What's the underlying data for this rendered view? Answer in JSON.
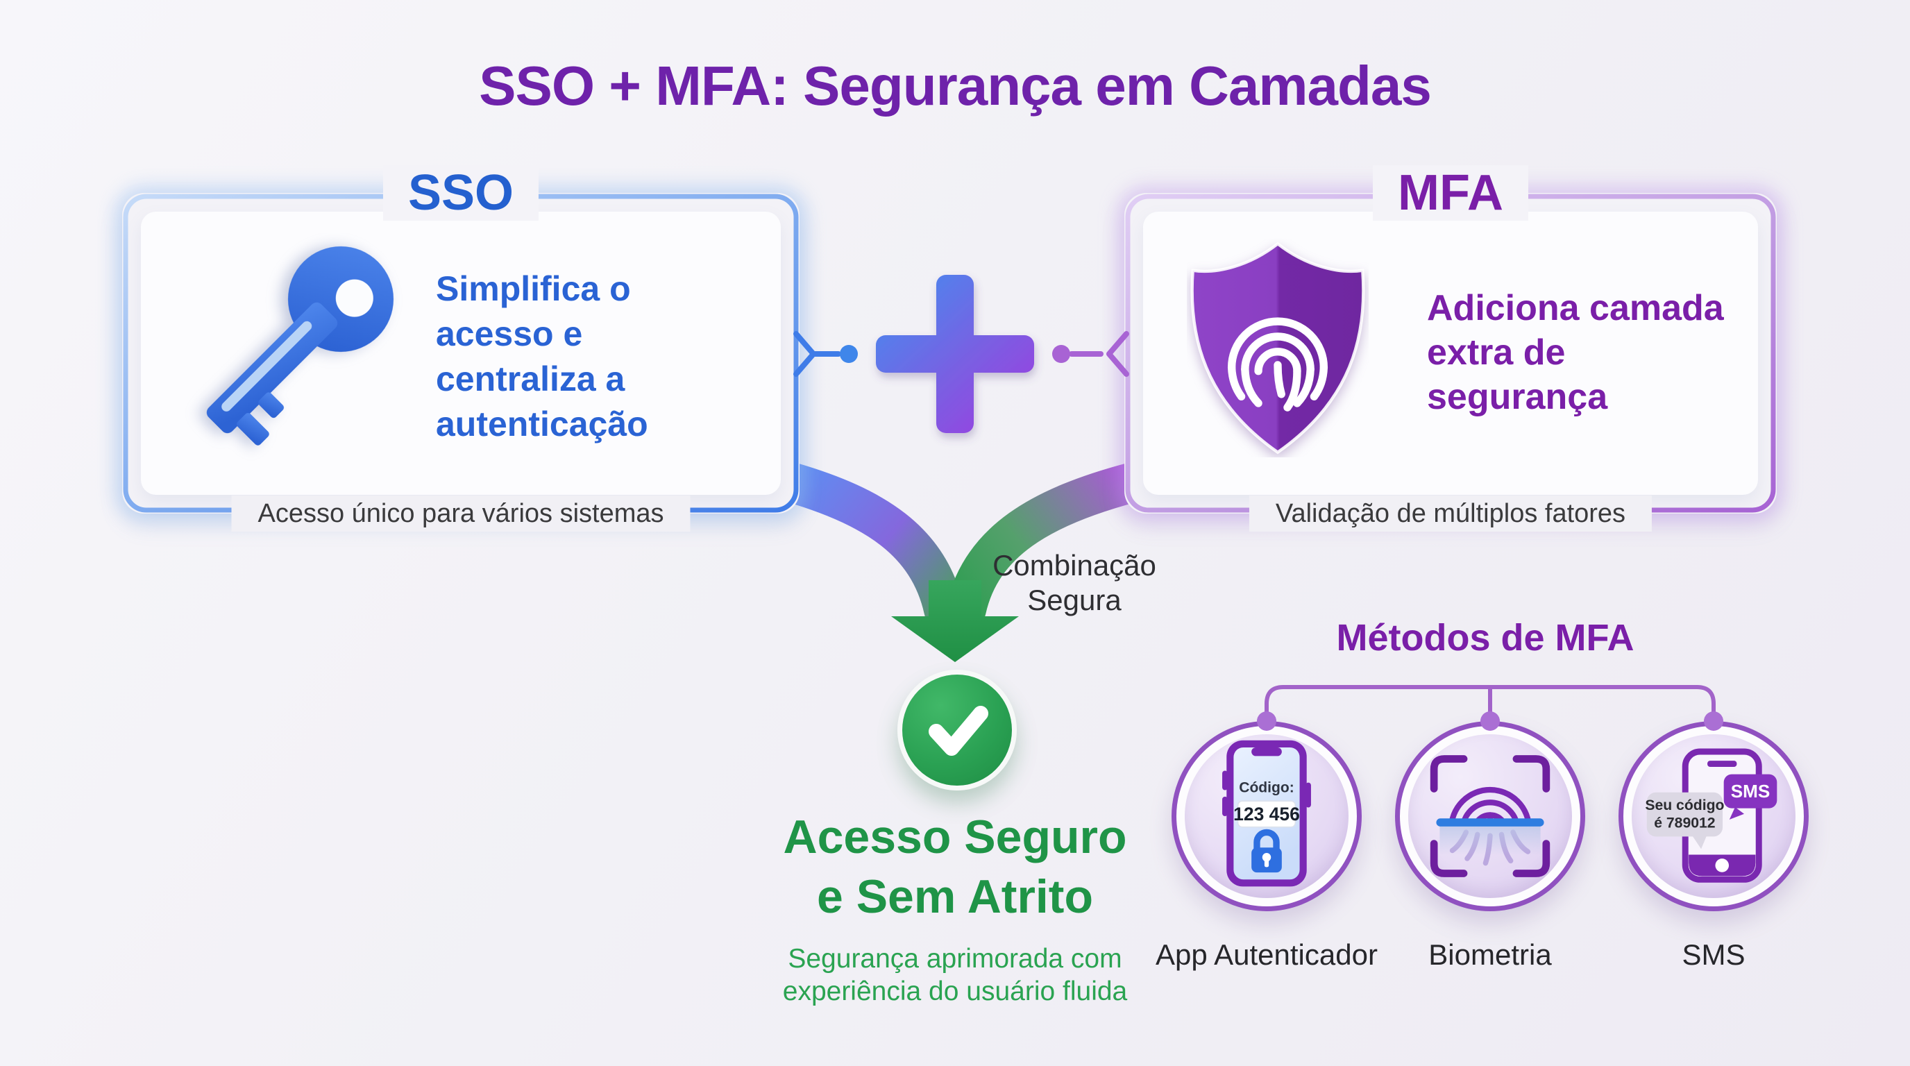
{
  "title": "SSO + MFA: Segurança em Camadas",
  "colors": {
    "title_purple": "#6e22aa",
    "sso_blue": "#2a63d4",
    "sso_border_blue": "#3f7ce8",
    "mfa_purple": "#7a1fa8",
    "mfa_border_purple": "#a763d4",
    "plus_gradient_start": "#4c86ee",
    "plus_gradient_end": "#9b3fe0",
    "success_green_text": "#1f9447",
    "arrow_green": "#2f9e52",
    "caption_dark": "#3a3a3c",
    "connector_purple": "#a263c9",
    "background": "#f2f1f6"
  },
  "sso": {
    "heading": "SSO",
    "icon": "key-icon",
    "body_lines": [
      "Simplifica o",
      "acesso e",
      "centraliza a",
      "autenticação"
    ],
    "caption": "Acesso único para vários sistemas"
  },
  "mfa": {
    "heading": "MFA",
    "icon": "shield-fingerprint-icon",
    "body_lines": [
      "Adiciona camada",
      "extra de",
      "segurança"
    ],
    "caption": "Validação de múltiplos fatores"
  },
  "combination": {
    "label_lines": [
      "Combinação",
      "Segura"
    ]
  },
  "result": {
    "icon": "check-circle-icon",
    "title_lines": [
      "Acesso Seguro",
      "e Sem Atrito"
    ],
    "subtitle_lines": [
      "Segurança aprimorada com",
      "experiência do usuário fluida"
    ]
  },
  "methods": {
    "heading": "Métodos de MFA",
    "items": [
      {
        "label": "App Autenticador",
        "icon": "authenticator-phone-icon",
        "screen_label": "Código:",
        "screen_code": "123 456"
      },
      {
        "label": "Biometria",
        "icon": "fingerprint-scan-icon"
      },
      {
        "label": "SMS",
        "icon": "sms-phone-icon",
        "bubble_lines": [
          "Seu código",
          "é 789012"
        ],
        "badge": "SMS"
      }
    ]
  }
}
